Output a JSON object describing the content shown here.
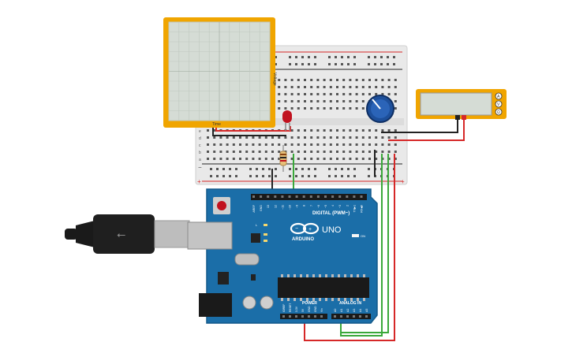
{
  "oscilloscope": {
    "x_axis_label": "Time",
    "y_axis_label": "Voltage"
  },
  "arduino": {
    "brand": "ARDUINO",
    "model": "UNO",
    "digital_header_label": "DIGITAL (PWM~)",
    "power_label": "POWER",
    "analog_label": "ANALOG IN",
    "on_label": "ON",
    "l_label": "L",
    "tx_label": "TX",
    "rx_label": "RX",
    "digital_pins": [
      "AREF",
      "GND",
      "13",
      "12",
      "~11",
      "~10",
      "~9",
      "8",
      "7",
      "~6",
      "~5",
      "4",
      "~3",
      "2",
      "TX▶1",
      "RX◀0"
    ],
    "power_pins": [
      "IOREF",
      "RESET",
      "3.3V",
      "5V",
      "GND",
      "GND",
      "Vin"
    ],
    "analog_pins": [
      "A0",
      "A1",
      "A2",
      "A3",
      "A4",
      "A5"
    ]
  },
  "breadboard": {
    "row_letters_top": [
      "j",
      "i",
      "h",
      "g",
      "f"
    ],
    "row_letters_bottom": [
      "e",
      "d",
      "c",
      "b",
      "a"
    ]
  },
  "multimeter": {
    "mode_labels": [
      "A",
      "V",
      "Ω"
    ]
  },
  "colors": {
    "board_blue": "#1b6ea8",
    "wire_red": "#d62828",
    "wire_green": "#3aa83a",
    "wire_black": "#222222",
    "frame_yellow": "#f0a500",
    "breadboard_bg": "#ececec"
  }
}
